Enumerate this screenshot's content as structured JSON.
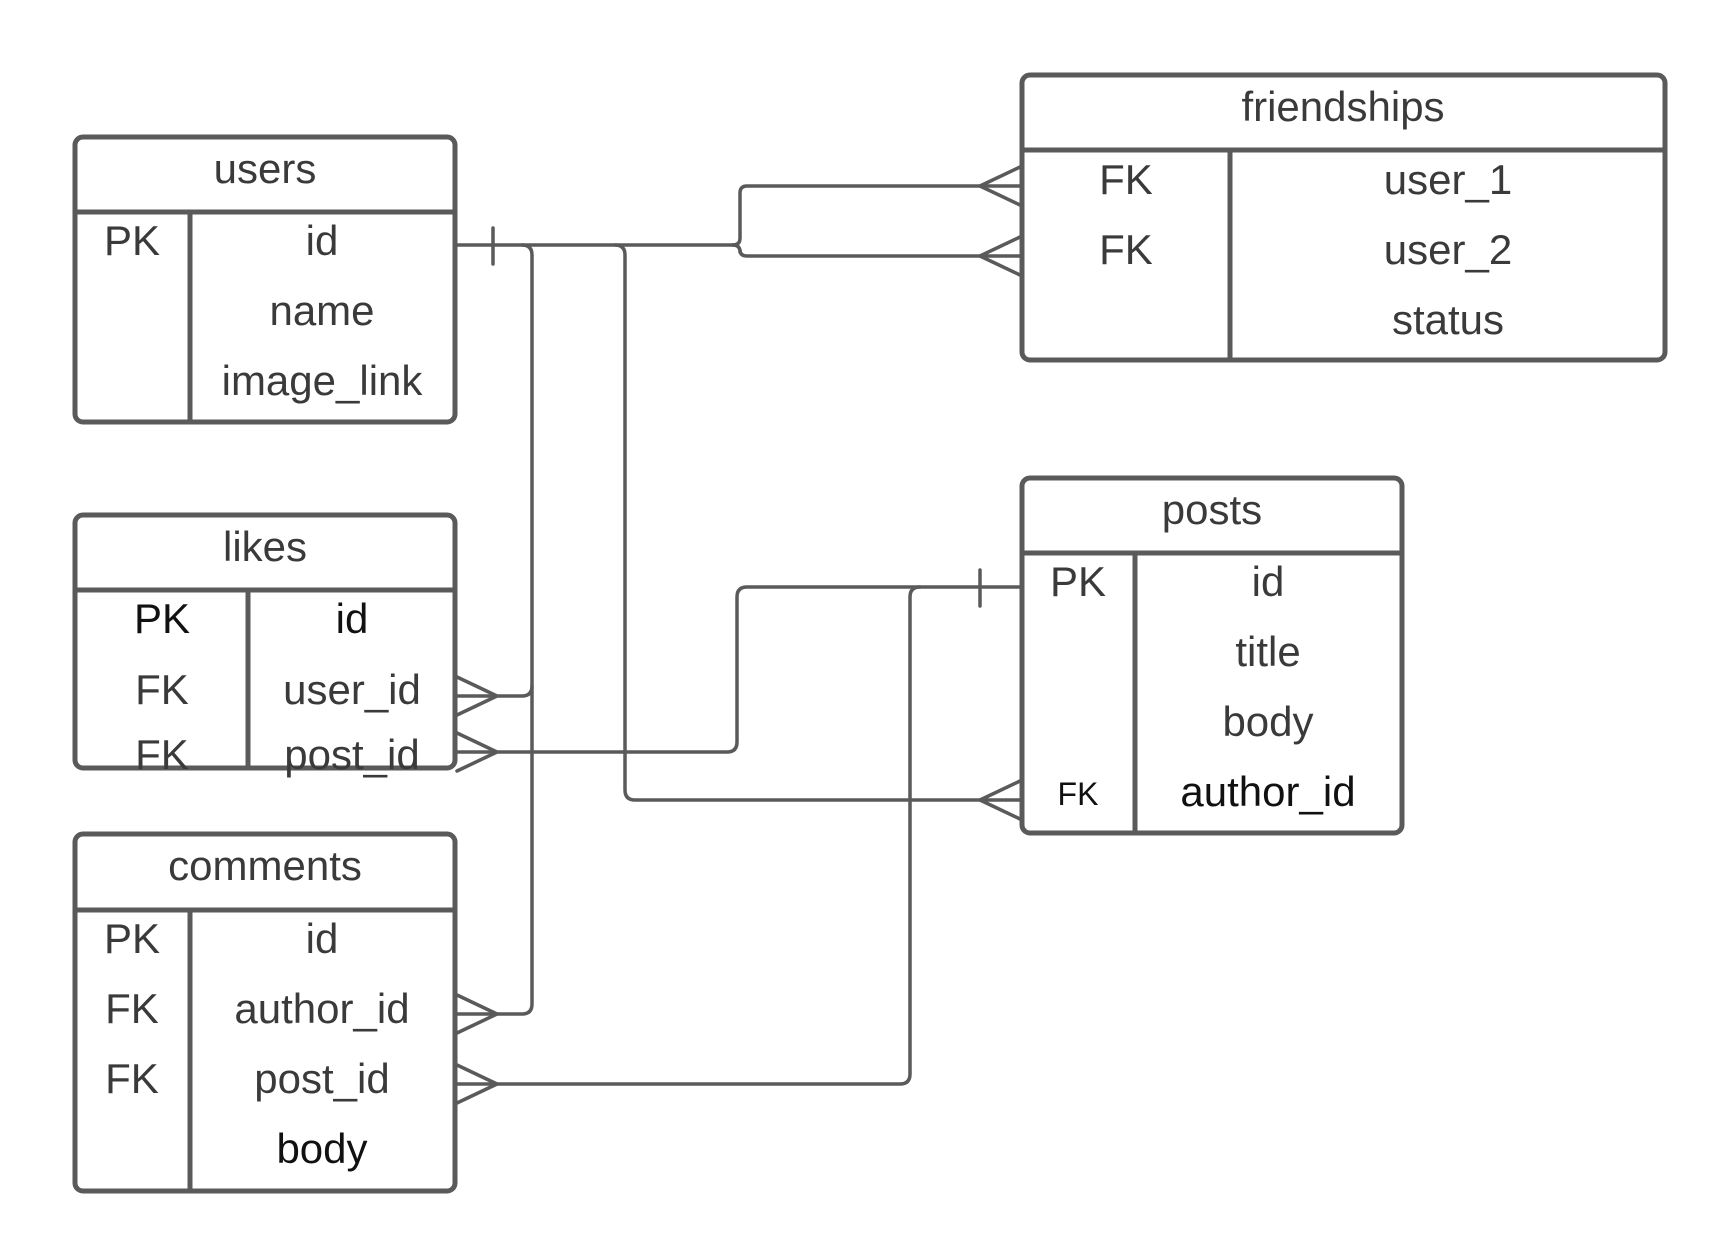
{
  "diagram": {
    "tables": {
      "users": {
        "title": "users",
        "rows": [
          {
            "key": "PK",
            "field": "id"
          },
          {
            "key": "",
            "field": "name"
          },
          {
            "key": "",
            "field": "image_link"
          }
        ]
      },
      "likes": {
        "title": "likes",
        "rows": [
          {
            "key": "PK",
            "field": "id"
          },
          {
            "key": "FK",
            "field": "user_id"
          },
          {
            "key": "FK",
            "field": "post_id"
          }
        ]
      },
      "comments": {
        "title": "comments",
        "rows": [
          {
            "key": "PK",
            "field": "id"
          },
          {
            "key": "FK",
            "field": "author_id"
          },
          {
            "key": "FK",
            "field": "post_id"
          },
          {
            "key": "",
            "field": "body"
          }
        ]
      },
      "friendships": {
        "title": "friendships",
        "rows": [
          {
            "key": "FK",
            "field": "user_1"
          },
          {
            "key": "FK",
            "field": "user_2"
          },
          {
            "key": "",
            "field": "status"
          }
        ]
      },
      "posts": {
        "title": "posts",
        "rows": [
          {
            "key": "PK",
            "field": "id"
          },
          {
            "key": "",
            "field": "title"
          },
          {
            "key": "",
            "field": "body"
          },
          {
            "key": "FK",
            "field": "author_id"
          }
        ]
      }
    },
    "relationships": [
      {
        "from": "users.id",
        "to": "friendships.user_1",
        "cardinality": "one-to-many"
      },
      {
        "from": "users.id",
        "to": "friendships.user_2",
        "cardinality": "one-to-many"
      },
      {
        "from": "users.id",
        "to": "likes.user_id",
        "cardinality": "one-to-many"
      },
      {
        "from": "users.id",
        "to": "comments.author_id",
        "cardinality": "one-to-many"
      },
      {
        "from": "users.id",
        "to": "posts.author_id",
        "cardinality": "one-to-many"
      },
      {
        "from": "posts.id",
        "to": "likes.post_id",
        "cardinality": "one-to-many"
      },
      {
        "from": "posts.id",
        "to": "comments.post_id",
        "cardinality": "one-to-many"
      }
    ]
  }
}
